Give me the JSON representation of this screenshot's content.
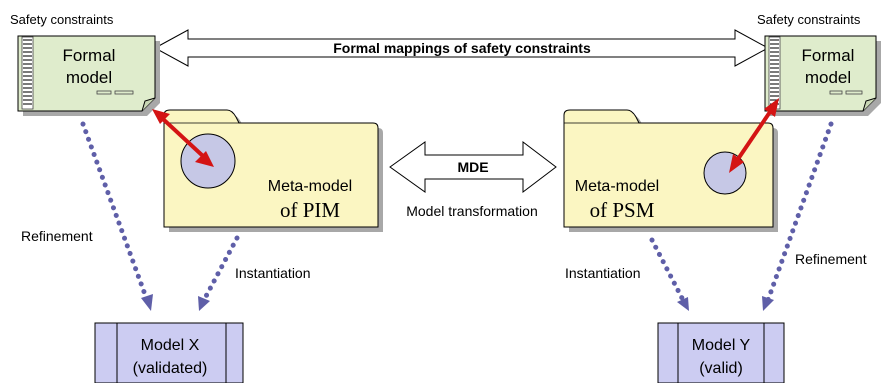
{
  "left": {
    "constraints_label": "Safety constraints",
    "formal_model": [
      "Formal",
      "model"
    ],
    "meta_model": [
      "Meta-model",
      "of PIM"
    ],
    "refinement_label": "Refinement",
    "instantiation_label": "Instantiation",
    "result_model": [
      "Model X",
      "(validated)"
    ]
  },
  "right": {
    "constraints_label": "Safety constraints",
    "formal_model": [
      "Formal",
      "model"
    ],
    "meta_model": [
      "Meta-model",
      "of PSM"
    ],
    "refinement_label": "Refinement",
    "instantiation_label": "Instantiation",
    "result_model": [
      "Model Y",
      "(valid)"
    ]
  },
  "mappings_label": "Formal mappings of safety constraints",
  "mde": {
    "label": "MDE",
    "caption": "Model transformation"
  },
  "colors": {
    "note_fill": "#dfeccc",
    "folder_fill": "#fbf6c2",
    "circle_fill": "#c6c8e6",
    "model_box_fill": "#ccccf2",
    "dotted_arrow": "#5f5fa8",
    "red_arrow": "#d41414",
    "shadow": "#a8a8a8"
  }
}
